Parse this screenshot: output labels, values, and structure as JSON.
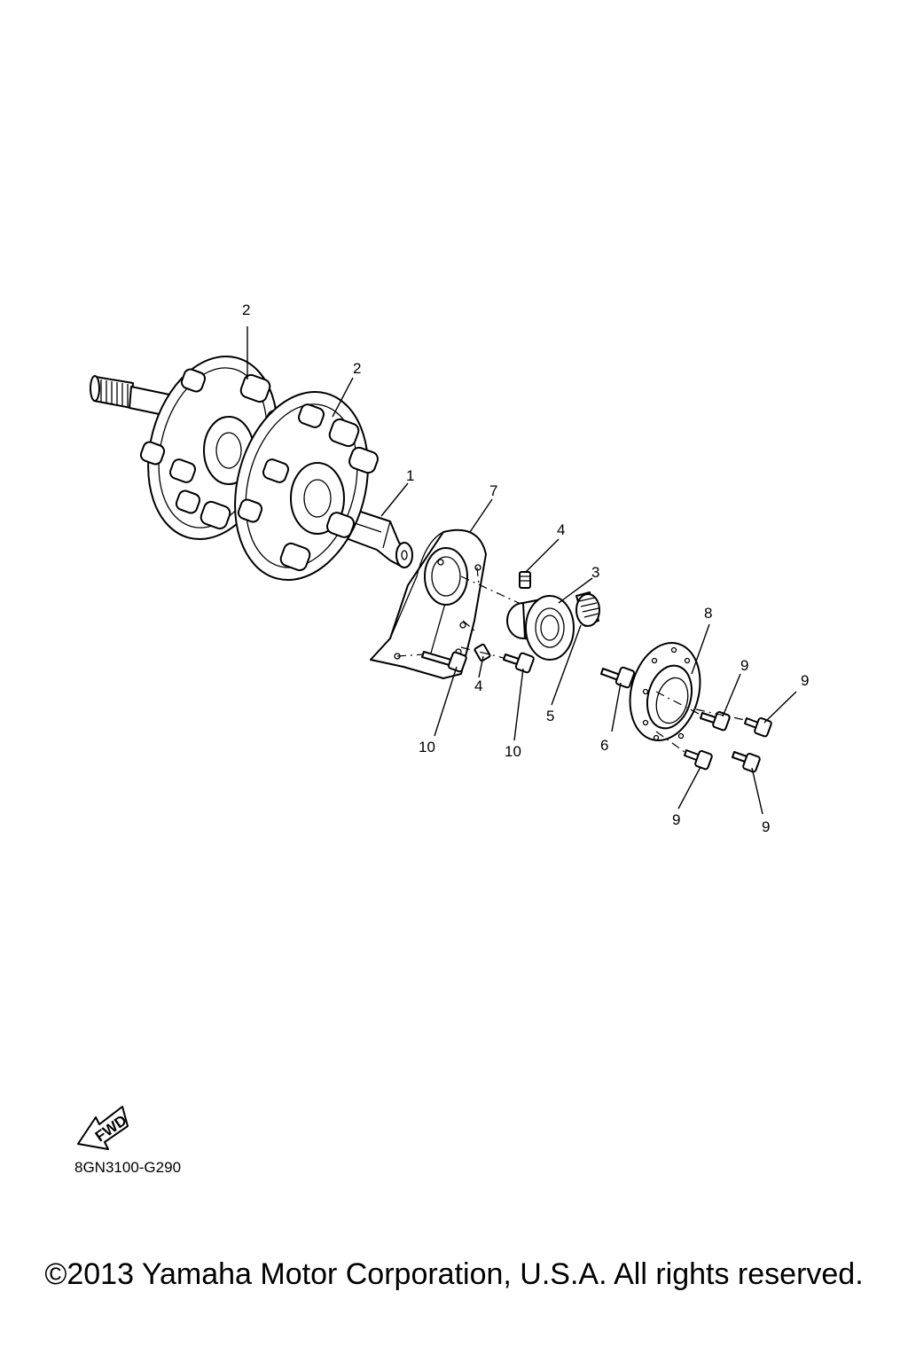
{
  "callouts": {
    "c1": "1",
    "c2a": "2",
    "c2b": "2",
    "c3": "3",
    "c4a": "4",
    "c4b": "4",
    "c5": "5",
    "c6": "6",
    "c7": "7",
    "c8": "8",
    "c9a": "9",
    "c9b": "9",
    "c9c": "9",
    "c9d": "9",
    "c10a": "10",
    "c10b": "10"
  },
  "fwd_label": "FWD",
  "diagram_code": "8GN3100-G290",
  "copyright": "©2013 Yamaha Motor Corporation, U.S.A. All rights reserved."
}
